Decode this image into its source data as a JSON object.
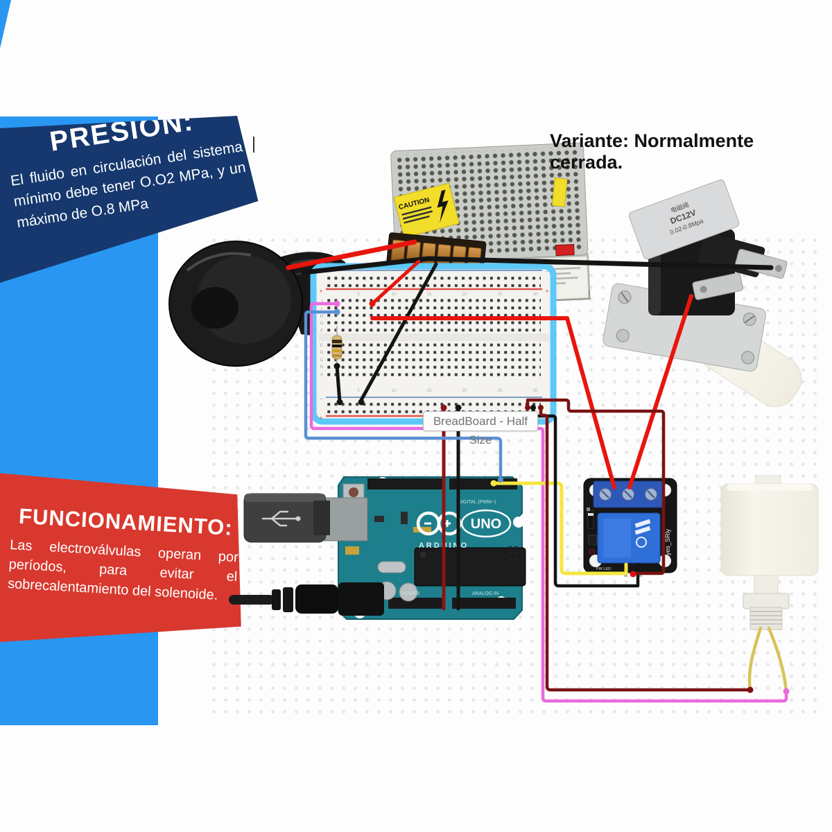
{
  "banners": {
    "pressure": {
      "title": "PRESIÓN:",
      "body": "El fluido en circulación del sistema mínimo debe tener O.O2 MPa, y un máximo de O.8 MPa"
    },
    "operation": {
      "title": "FUNCIONAMIENTO:",
      "body": "Las electroválvulas operan por períodos, para evitar el sobrecalentamiento del solenoide."
    }
  },
  "variant_note": "Variante: Normalmente cerrada.",
  "breadboard": {
    "label": "BreadBoard - Half Size",
    "row_letters": [
      "J",
      "I",
      "H",
      "G",
      "F",
      "E",
      "D",
      "C",
      "B",
      "A"
    ],
    "column_numbers": [
      "5",
      "10",
      "15",
      "20",
      "25",
      "30"
    ],
    "plus": "+",
    "minus": "−"
  },
  "arduino": {
    "brand": "ARDUINO",
    "model": "UNO",
    "digital_label": "DIGITAL (PWM~)",
    "analog_label": "ANALOG IN",
    "power_label": "POWER"
  },
  "relay": {
    "label": "Keyes_SRly",
    "silk": "PW LED"
  },
  "psu": {
    "caution": "CAUTION"
  },
  "valve": {
    "label_line1": "电磁阀",
    "label_line2": "DC12V",
    "label_line3": "0.02-0.8Mpa"
  },
  "colors": {
    "left_bar": "#2997f2",
    "pressure_banner": "#16386e",
    "operation_banner": "#d8382e",
    "wire_red": "#e8150d",
    "wire_black": "#141414",
    "wire_dark_red": "#7a1212",
    "wire_pink": "#ea6ade",
    "wire_blue": "#5b8fd4",
    "wire_yellow": "#f4e73e",
    "valve_wire_yellow": "#d9c258",
    "breadboard_frame": "#5ec8f7",
    "arduino_board": "#1d7f8b"
  }
}
